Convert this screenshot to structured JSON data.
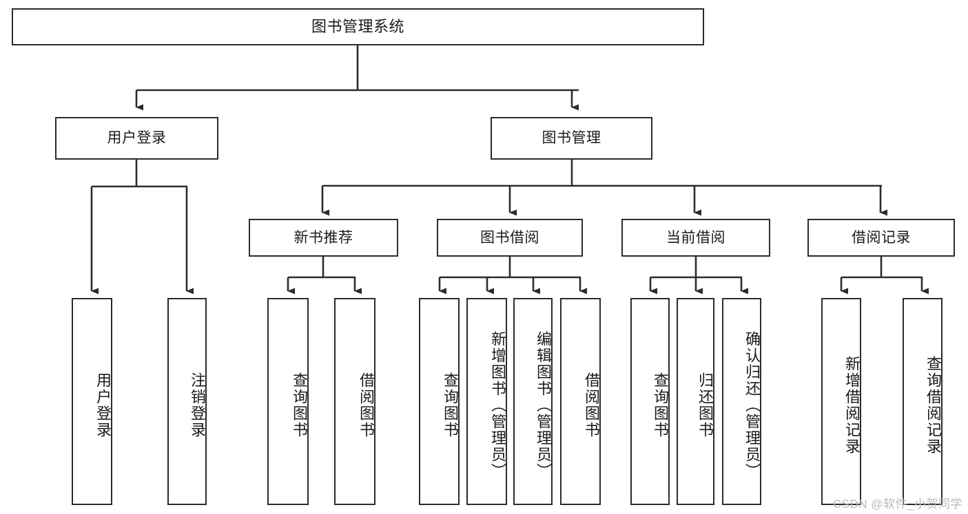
{
  "diagram": {
    "title": "图书管理系统",
    "type": "hierarchy-tree",
    "watermark": "CSDN @软件_小贺同学",
    "stroke_color": "#2b2b2b",
    "fill_color": "#ffffff",
    "text_color": "#1a1a1a",
    "levels": {
      "root": {
        "label": "图书管理系统"
      },
      "level2": [
        {
          "id": "user-login",
          "label": "用户登录"
        },
        {
          "id": "book-management",
          "label": "图书管理"
        }
      ],
      "level3": [
        {
          "id": "new-book-recommend",
          "label": "新书推荐",
          "parent": "book-management"
        },
        {
          "id": "book-borrow",
          "label": "图书借阅",
          "parent": "book-management"
        },
        {
          "id": "current-borrow",
          "label": "当前借阅",
          "parent": "book-management"
        },
        {
          "id": "borrow-record",
          "label": "借阅记录",
          "parent": "book-management"
        }
      ],
      "leaves": [
        {
          "id": "leaf-user-login",
          "label": "用户登录",
          "parent": "user-login"
        },
        {
          "id": "leaf-logout-login",
          "label": "注销登录",
          "parent": "user-login"
        },
        {
          "id": "leaf-query-book-1",
          "label": "查询图书",
          "parent": "new-book-recommend"
        },
        {
          "id": "leaf-borrow-book-1",
          "label": "借阅图书",
          "parent": "new-book-recommend"
        },
        {
          "id": "leaf-query-book-2",
          "label": "查询图书",
          "parent": "book-borrow"
        },
        {
          "id": "leaf-add-book",
          "label": "新增图书（管理员）",
          "parent": "book-borrow"
        },
        {
          "id": "leaf-edit-book",
          "label": "编辑图书（管理员）",
          "parent": "book-borrow"
        },
        {
          "id": "leaf-borrow-book-2",
          "label": "借阅图书",
          "parent": "book-borrow"
        },
        {
          "id": "leaf-query-book-3",
          "label": "查询图书",
          "parent": "current-borrow"
        },
        {
          "id": "leaf-return-book",
          "label": "归还图书",
          "parent": "current-borrow"
        },
        {
          "id": "leaf-confirm-return",
          "label": "确认归还（管理员）",
          "parent": "current-borrow"
        },
        {
          "id": "leaf-add-record",
          "label": "新增借阅记录",
          "parent": "borrow-record"
        },
        {
          "id": "leaf-query-record",
          "label": "查询借阅记录",
          "parent": "borrow-record"
        }
      ]
    }
  }
}
